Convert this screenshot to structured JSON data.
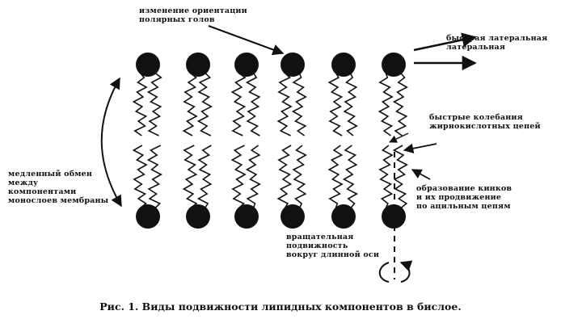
{
  "labels": {
    "polar_heads": "изменение ориентации\nполярных голов",
    "lateral_fast": "быстрая латеральная\nлатеральная",
    "chain_oscillation": "быстрые колебания\nжирнокислотных цепей",
    "flip_flop": "медленный обмен\nмежду\nкомпонентами\nмонослоев мембраны",
    "kinks": "образование кинков\nи их продвижение\nпо ацильным цепям",
    "rotation": "вращательная\nподвижность\nвокруг длинной оси"
  },
  "caption": "Рис. 1. Виды подвижности липидных компонентов в бислое."
}
